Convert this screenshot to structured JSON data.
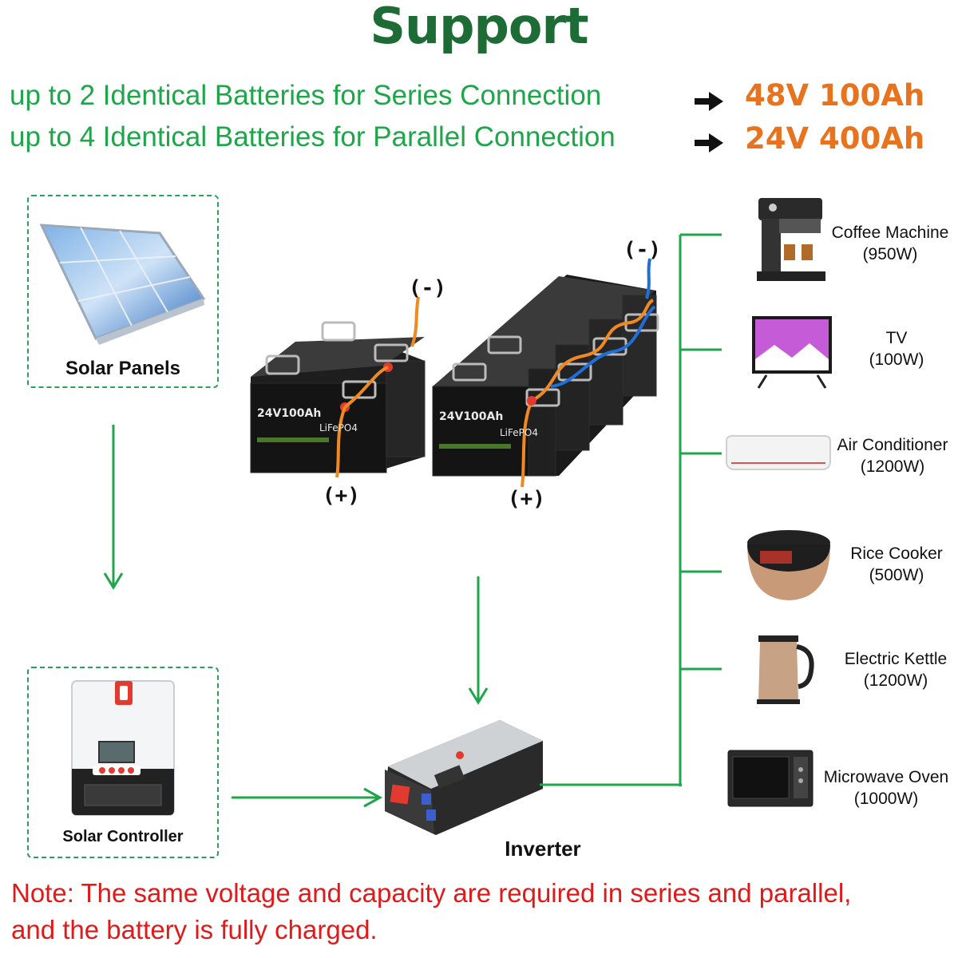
{
  "title": "Support",
  "series_line": {
    "text": "up to 2 Identical Batteries for Series Connection",
    "result": "48V 100Ah"
  },
  "parallel_line": {
    "text": "up to 4 Identical Batteries for Parallel Connection",
    "result": "24V 400Ah"
  },
  "solar_panels": {
    "label": "Solar Panels"
  },
  "solar_controller": {
    "label": "Solar Controller"
  },
  "inverter": {
    "label": "Inverter"
  },
  "batteries": {
    "left_neg": "(-)",
    "left_pos": "(+)",
    "right_neg": "(-)",
    "right_pos": "(+)",
    "model": "24V100Ah",
    "chem": "LiFePO4"
  },
  "appliances": [
    {
      "name": "Coffee Machine",
      "watt": "(950W)",
      "icon": "coffee-machine-icon"
    },
    {
      "name": "TV",
      "watt": "(100W)",
      "icon": "tv-icon"
    },
    {
      "name": "Air Conditioner",
      "watt": "(1200W)",
      "icon": "air-conditioner-icon"
    },
    {
      "name": "Rice Cooker",
      "watt": "(500W)",
      "icon": "rice-cooker-icon"
    },
    {
      "name": "Electric Kettle",
      "watt": "(1200W)",
      "icon": "kettle-icon"
    },
    {
      "name": "Microwave Oven",
      "watt": "(1000W)",
      "icon": "microwave-icon"
    }
  ],
  "note": {
    "line1": "Note: The same voltage and capacity are required in series and parallel,",
    "line2": "and the battery is fully charged."
  },
  "colors": {
    "title": "#1d6b35",
    "green_text": "#1fa54a",
    "spec": "#e8731f",
    "connector": "#1fa54a",
    "note": "#e01a1a"
  }
}
